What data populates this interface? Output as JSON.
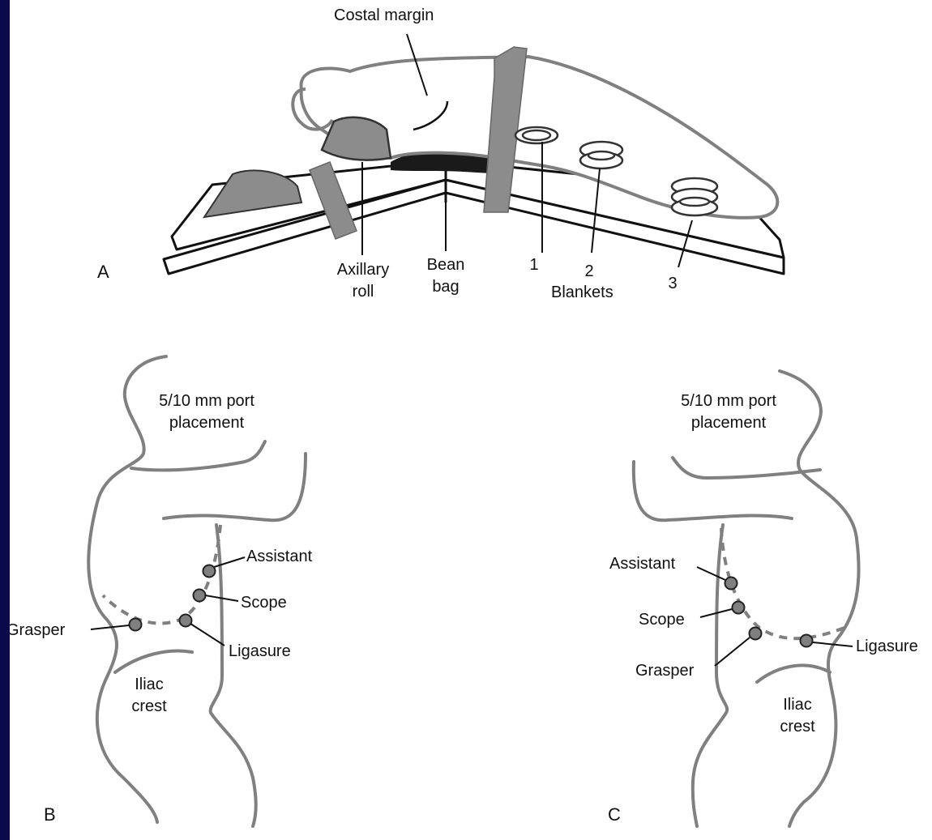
{
  "panel_a": {
    "letter": "A",
    "costal_margin": "Costal margin",
    "axillary_roll_line1": "Axillary",
    "axillary_roll_line2": "roll",
    "bean_bag_line1": "Bean",
    "bean_bag_line2": "bag",
    "blanket_1": "1",
    "blanket_2": "2",
    "blanket_3": "3",
    "blankets": "Blankets"
  },
  "panel_b": {
    "letter": "B",
    "port_line1": "5/10 mm port",
    "port_line2": "placement",
    "assistant": "Assistant",
    "scope": "Scope",
    "grasper": "Grasper",
    "ligasure": "Ligasure",
    "iliac_line1": "Iliac",
    "iliac_line2": "crest"
  },
  "panel_c": {
    "letter": "C",
    "port_line1": "5/10 mm port",
    "port_line2": "placement",
    "assistant": "Assistant",
    "scope": "Scope",
    "grasper": "Grasper",
    "ligasure": "Ligasure",
    "iliac_line1": "Iliac",
    "iliac_line2": "crest"
  },
  "colors": {
    "background": "#0a0a4a",
    "figure": "#ffffff",
    "outline": "#808080",
    "dark": "#1a1a1a",
    "fill_grey": "#8c8c8c"
  }
}
